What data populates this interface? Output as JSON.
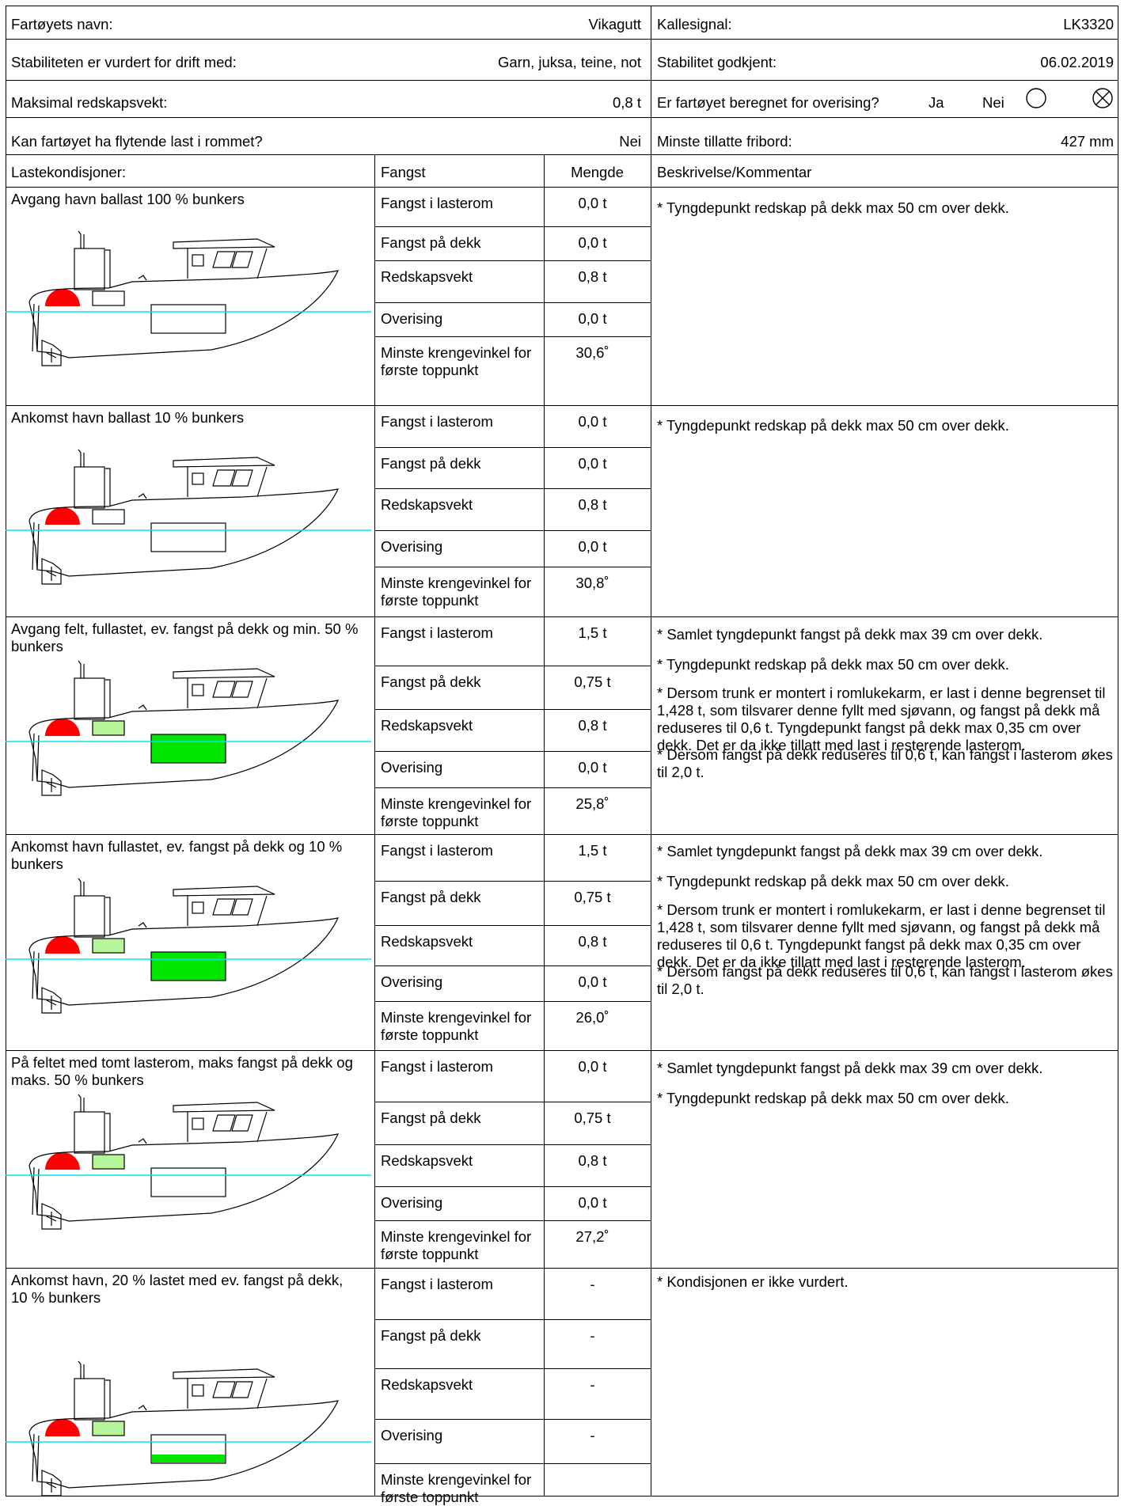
{
  "header": {
    "vessel_name_label": "Fartøyets navn:",
    "vessel_name": "Vikagutt",
    "callsign_label": "Kallesignal:",
    "callsign": "LK3320",
    "stability_use_label": "Stabiliteten er vurdert for drift med:",
    "stability_use": "Garn, juksa, teine, not",
    "approved_label": "Stabilitet godkjent:",
    "approved": "06.02.2019",
    "max_gear_label": "Maksimal redskapsvekt:",
    "max_gear": "0,8 t",
    "icing_label": "Er fartøyet beregnet for overising?",
    "icing_yes": "Ja",
    "icing_no": "Nei",
    "icing_answer": "Nei",
    "floating_cargo_label": "Kan fartøyet ha flytende last i rommet?",
    "floating_cargo": "Nei",
    "min_freeboard_label": "Minste tillatte fribord:",
    "min_freeboard": "427 mm"
  },
  "columns": {
    "conditions": "Lastekondisjoner:",
    "catch": "Fangst",
    "amount": "Mengde",
    "comment": "Beskrivelse/Kommentar"
  },
  "colors": {
    "waterline": "#00e5ee",
    "cargo": "#00e600",
    "cargo_light": "#b6f59a",
    "ballast": "#ff0000"
  },
  "conditions": [
    {
      "title": "Avgang havn ballast 100 % bunkers",
      "hold": "empty",
      "deck": "none",
      "rows": [
        {
          "label": "Fangst i lasterom",
          "value": "0,0 t"
        },
        {
          "label": "Fangst på dekk",
          "value": "0,0 t"
        },
        {
          "label": "Redskapsvekt",
          "value": "0,8 t"
        },
        {
          "label": "Overising",
          "value": "0,0 t"
        },
        {
          "label": "Minste krengevinkel for første toppunkt",
          "value": "30,6˚"
        }
      ],
      "notes": [
        "* Tyngdepunkt redskap på dekk max 50 cm over dekk."
      ]
    },
    {
      "title": "Ankomst havn ballast 10 % bunkers",
      "hold": "empty",
      "deck": "none",
      "rows": [
        {
          "label": "Fangst i lasterom",
          "value": "0,0 t"
        },
        {
          "label": "Fangst på dekk",
          "value": "0,0 t"
        },
        {
          "label": "Redskapsvekt",
          "value": "0,8 t"
        },
        {
          "label": "Overising",
          "value": "0,0 t"
        },
        {
          "label": "Minste krengevinkel for første toppunkt",
          "value": "30,8˚"
        }
      ],
      "notes": [
        "* Tyngdepunkt redskap på dekk max 50 cm over dekk."
      ]
    },
    {
      "title": "Avgang felt, fullastet, ev. fangst på dekk og min. 50 % bunkers",
      "hold": "full",
      "deck": "light",
      "rows": [
        {
          "label": "Fangst i lasterom",
          "value": "1,5 t"
        },
        {
          "label": "Fangst på dekk",
          "value": "0,75 t"
        },
        {
          "label": "Redskapsvekt",
          "value": "0,8 t"
        },
        {
          "label": "Overising",
          "value": "0,0 t"
        },
        {
          "label": "Minste krengevinkel for første toppunkt",
          "value": "25,8˚"
        }
      ],
      "notes": [
        "* Samlet tyngdepunkt fangst på dekk max 39 cm over dekk.",
        "* Tyngdepunkt redskap på dekk max 50 cm over dekk.",
        "* Dersom trunk er montert i romlukekarm, er last i denne begrenset til 1,428 t, som tilsvarer denne fyllt med sjøvann, og fangst på dekk må reduseres til 0,6 t. Tyngdepunkt fangst på dekk max 0,35 cm over dekk. Det er da ikke tillatt med last i resterende lasterom.",
        "* Dersom fangst på dekk reduseres til 0,6 t, kan fangst i lasterom økes til 2,0 t."
      ]
    },
    {
      "title": "Ankomst havn fullastet, ev. fangst på dekk og 10 % bunkers",
      "hold": "full",
      "deck": "light",
      "rows": [
        {
          "label": "Fangst i lasterom",
          "value": "1,5 t"
        },
        {
          "label": "Fangst på dekk",
          "value": "0,75 t"
        },
        {
          "label": "Redskapsvekt",
          "value": "0,8 t"
        },
        {
          "label": "Overising",
          "value": "0,0 t"
        },
        {
          "label": "Minste krengevinkel for første toppunkt",
          "value": "26,0˚"
        }
      ],
      "notes": [
        "* Samlet tyngdepunkt fangst på dekk max 39 cm over dekk.",
        "* Tyngdepunkt redskap på dekk max 50 cm over dekk.",
        "* Dersom trunk er montert i romlukekarm, er last i denne begrenset til 1,428 t, som tilsvarer denne fyllt med sjøvann, og fangst på dekk må reduseres til 0,6 t. Tyngdepunkt fangst på dekk max 0,35 cm over dekk. Det er da ikke tillatt med last i resterende lasterom.",
        "* Dersom fangst på dekk reduseres til 0,6 t, kan fangst i lasterom økes til 2,0 t."
      ]
    },
    {
      "title": "På feltet med tomt lasterom, maks fangst på dekk og maks. 50 % bunkers",
      "hold": "empty",
      "deck": "light",
      "rows": [
        {
          "label": "Fangst i lasterom",
          "value": "0,0 t"
        },
        {
          "label": "Fangst på dekk",
          "value": "0,75 t"
        },
        {
          "label": "Redskapsvekt",
          "value": "0,8 t"
        },
        {
          "label": "Overising",
          "value": "0,0 t"
        },
        {
          "label": "Minste krengevinkel for første toppunkt",
          "value": "27,2˚"
        }
      ],
      "notes": [
        "* Samlet tyngdepunkt fangst på dekk max 39 cm over dekk.",
        "* Tyngdepunkt redskap på dekk max 50 cm over dekk."
      ]
    },
    {
      "title": "Ankomst havn, 20 % lastet med ev. fangst på dekk, 10 % bunkers",
      "hold": "partial",
      "deck": "light",
      "rows": [
        {
          "label": "Fangst i lasterom",
          "value": "-"
        },
        {
          "label": "Fangst på dekk",
          "value": "-"
        },
        {
          "label": "Redskapsvekt",
          "value": "-"
        },
        {
          "label": "Overising",
          "value": "-"
        },
        {
          "label": "Minste krengevinkel for første toppunkt",
          "value": ""
        }
      ],
      "notes": [
        "* Kondisjonen er ikke vurdert."
      ]
    }
  ]
}
